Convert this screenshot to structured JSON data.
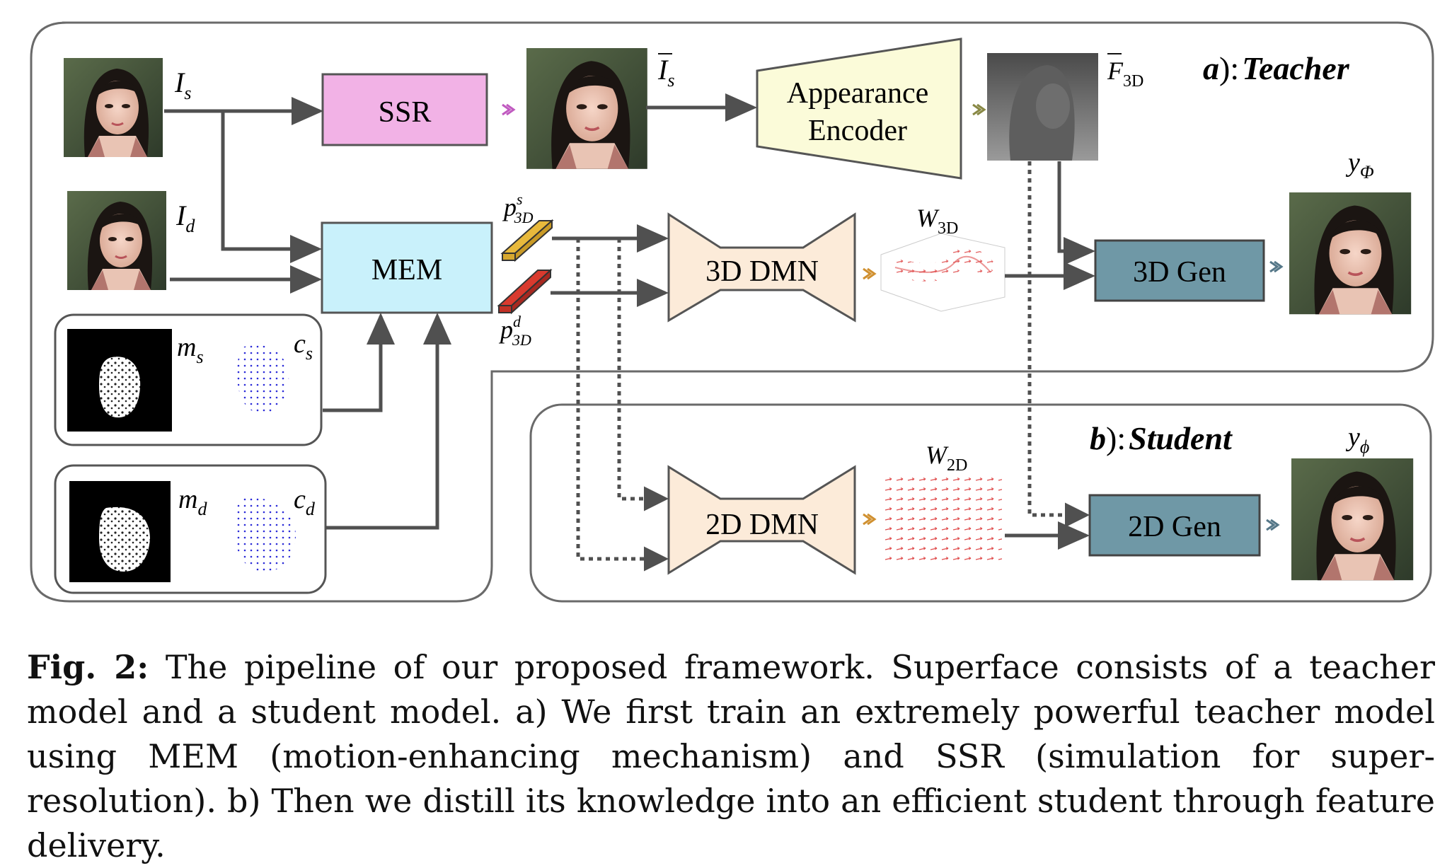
{
  "teacher_panel": {
    "label_prefix": "a",
    "label_name": "Teacher"
  },
  "student_panel": {
    "label_prefix": "b",
    "label_name": "Student"
  },
  "blocks": {
    "ssr": "SSR",
    "mem": "MEM",
    "appearance_encoder_line1": "Appearance",
    "appearance_encoder_line2": "Encoder",
    "dmn_3d": "3D DMN",
    "dmn_2d": "2D DMN",
    "gen_3d": "3D Gen",
    "gen_2d": "2D Gen"
  },
  "symbols": {
    "I_s": "I",
    "I_s_sub": "s",
    "I_d": "I",
    "I_d_sub": "d",
    "I_bar_s": "I",
    "I_bar_s_sub": "s",
    "F_3d": "F",
    "F_3d_sub": "3D",
    "m_s": "m",
    "m_s_sub": "s",
    "c_s": "c",
    "c_s_sub": "s",
    "m_d": "m",
    "m_d_sub": "d",
    "c_d": "c",
    "c_d_sub": "d",
    "p_s": "p",
    "p_s_sup": "s",
    "p_s_sub": "3D",
    "p_d": "p",
    "p_d_sup": "d",
    "p_d_sub": "3D",
    "W_3d": "W",
    "W_3d_sub": "3D",
    "W_2d": "W",
    "W_2d_sub": "2D",
    "y_Phi": "y",
    "y_Phi_sub": "Φ",
    "y_phi": "y",
    "y_phi_sub": "ϕ"
  },
  "caption": {
    "label": "Fig. 2:",
    "text": "The pipeline of our proposed framework. Superface consists of a teacher model and a student model. a) We first train an extremely powerful teacher model using MEM (motion-enhancing mechanism) and SSR (simulation for super-resolution). b) Then we distill its knowledge into an efficient student through feature delivery."
  },
  "colors": {
    "ssr_fill": "#f2b2e6",
    "mem_fill": "#c9f1fb",
    "encoder_fill": "#fbfbd9",
    "dmn_fill": "#fcebd9",
    "gen_fill": "#6f98a6",
    "arrow": "#505050",
    "panel_border": "#6a6a6a",
    "p_s_bar": "#e8b93c",
    "p_d_bar": "#d93a2e"
  },
  "icons": [
    "face-photo",
    "face-mask",
    "face-landmarks",
    "depth-feature-map",
    "warp-field-3d",
    "warp-field-2d",
    "double-chevron-arrow"
  ]
}
